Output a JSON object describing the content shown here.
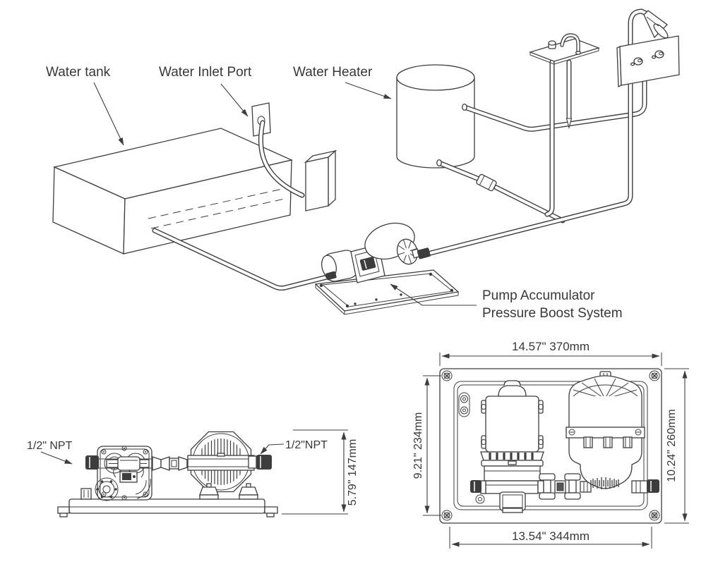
{
  "overview": {
    "water_tank_label": "Water tank",
    "water_inlet_label": "Water Inlet Port",
    "water_heater_label": "Water Heater",
    "pump_system_label_line1": "Pump Accumulator",
    "pump_system_label_line2": "Pressure Boost System"
  },
  "side_view": {
    "left_port_label": "1/2\" NPT",
    "right_port_label": "1/2\"NPT",
    "height_dimension": "5.79\" 147mm"
  },
  "top_view": {
    "top_width_dimension": "14.57\" 370mm",
    "left_height_dimension": "9.21\" 234mm",
    "right_height_dimension": "10.24\" 260mm",
    "bottom_width_dimension": "13.54\" 344mm"
  },
  "colors": {
    "line": "#3d3d3d",
    "text": "#383838",
    "background": "#ffffff"
  }
}
